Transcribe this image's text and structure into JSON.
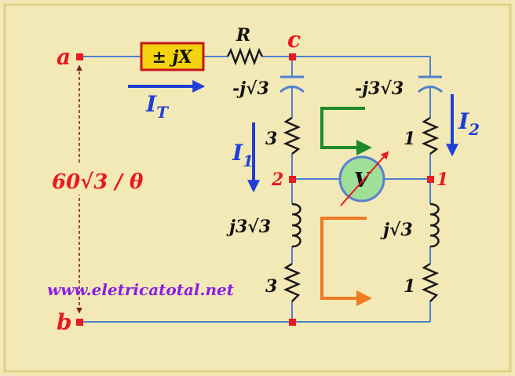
{
  "colors": {
    "wire": "#4f7fd0",
    "resistor": "#1a1a1a",
    "node": "#e8191f",
    "label_red": "#e8191f",
    "label_black": "#111111",
    "current_blue": "#1f3fd8",
    "source_fill": "#f4d20e",
    "source_border": "#c4161c",
    "meter_fill": "#9fe098",
    "meter_ring": "#5a7fcf",
    "loop_green": "#1e8a2c",
    "loop_orange": "#f07a22",
    "url_purple": "#8a1de3",
    "voltage_arrow": "#7a1b1b"
  },
  "labels": {
    "node_a": "a",
    "node_b": "b",
    "node_c": "c",
    "node_2": "2",
    "node_1": "1",
    "source_box": "± jX",
    "resistor_R": "R",
    "cap_left": "-j√3",
    "cap_right": "-j3√3",
    "res_left_top": "3",
    "res_right_top": "1",
    "ind_left": "j3√3",
    "ind_right": "j√3",
    "res_left_bottom": "3",
    "res_right_bottom": "1",
    "voltmeter": "V",
    "source_voltage": "60√3 / θ",
    "current_total": "I_T",
    "current_1": "I_1",
    "current_2": "I_2",
    "website": "www.eletricatotal.net"
  }
}
